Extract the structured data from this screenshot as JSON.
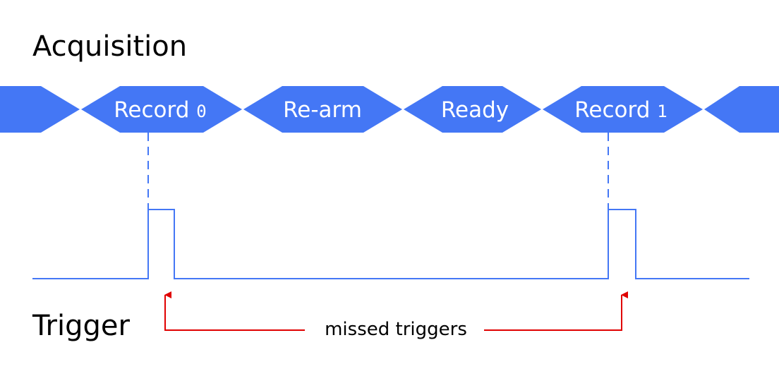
{
  "labels": {
    "acquisition": "Acquisition",
    "trigger": "Trigger"
  },
  "states": [
    {
      "text": "Record ",
      "num": "0"
    },
    {
      "text": "Re-arm",
      "num": ""
    },
    {
      "text": "Ready",
      "num": ""
    },
    {
      "text": "Record ",
      "num": "1"
    }
  ],
  "annotation": {
    "text": "missed triggers"
  },
  "colors": {
    "state_fill": "#4477f5",
    "signal_line": "#4477f5",
    "annotation_line": "#e00000",
    "text": "#000000",
    "state_text": "#ffffff"
  }
}
